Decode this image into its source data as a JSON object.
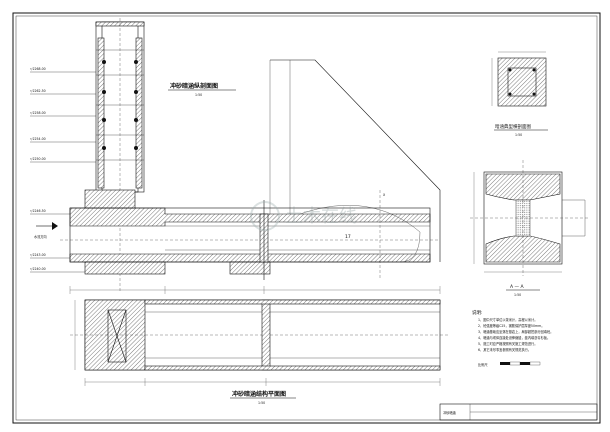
{
  "drawing": {
    "longitudinal_section_title": "冲砂暗涵纵剖面图",
    "longitudinal_section_scale": "1:50",
    "plan_view_title": "冲砂暗涵结构平面图",
    "plan_view_scale": "1:50",
    "shaft_section_title": "暗涵典型横剖面图",
    "shaft_section_scale": "1:50",
    "section_aa_title": "A — A",
    "section_aa_scale": "1:50",
    "flow_label": "水流方向",
    "notes_title": "说明:",
    "notes": [
      "1、图中尺寸单位以毫米计，高程以米计。",
      "2、砼强度等级C25，钢筋保护层厚度50mm。",
      "3、暗涵基础应坐落在基岩上，局部超挖部分回填砼。",
      "4、暗涵与坝体连接处设伸缩缝，缝内填沥青杉板。",
      "5、施工时应严格按照有关施工规范进行。",
      "6、其它未尽事宜参照有关规范执行。"
    ],
    "scale_bar_label": "比例尺",
    "elevation_labels": [
      "▽2268.00",
      "▽2262.50",
      "▽2258.00",
      "▽2254.00",
      "▽2250.00",
      "▽2246.50",
      "▽2243.00",
      "▽2240.00"
    ],
    "section_mark": "17",
    "watermark": "土木在线",
    "title_block_label": "冲砂暗涵"
  }
}
